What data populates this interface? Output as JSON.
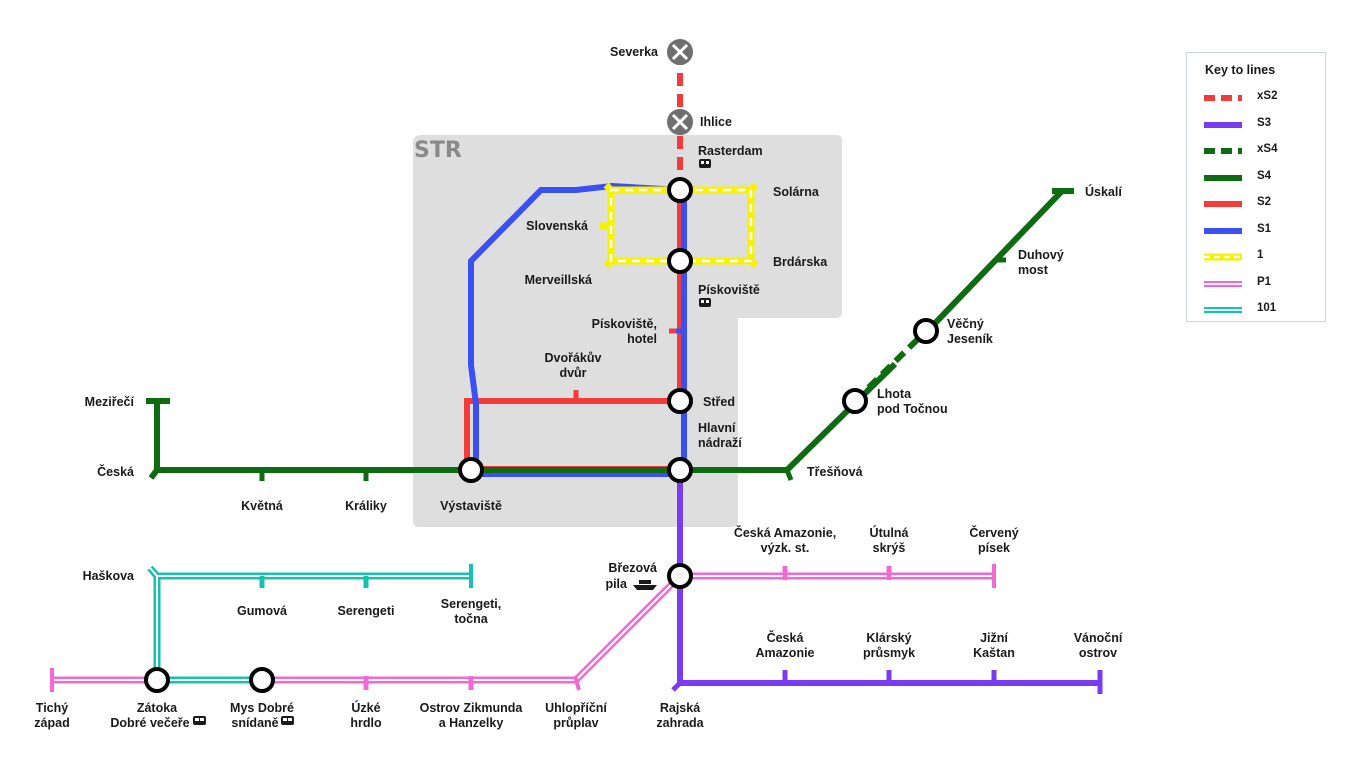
{
  "zone_label": "STR",
  "legend": {
    "title": "Key to lines",
    "items": [
      {
        "name": "xS2",
        "color": "#f23b3b",
        "style": "dashed"
      },
      {
        "name": "S3",
        "color": "#7a3cf0",
        "style": "solid"
      },
      {
        "name": "xS4",
        "color": "#0e6b12",
        "style": "dashed"
      },
      {
        "name": "S4",
        "color": "#0e6b12",
        "style": "solid"
      },
      {
        "name": "S2",
        "color": "#f23b3b",
        "style": "solid"
      },
      {
        "name": "S1",
        "color": "#3b50f2",
        "style": "solid"
      },
      {
        "name": "1",
        "color": "#f7f200",
        "style": "double-yellow"
      },
      {
        "name": "P1",
        "color": "#f06ad6",
        "style": "double"
      },
      {
        "name": "101",
        "color": "#18c1ad",
        "style": "double"
      }
    ]
  },
  "stations": {
    "severka": "Severka",
    "ihlice": "Ihlice",
    "rasterdam": "Rasterdam",
    "solarna": "Solárna",
    "slovenska": "Slovenská",
    "merveillska": "Merveillská",
    "brdarska": "Brdárska",
    "piskoviste": "Pískoviště",
    "piskoviste_hotel_1": "Pískoviště,",
    "piskoviste_hotel_2": "hotel",
    "dvorakuv_1": "Dvořákův",
    "dvorakuv_2": "dvůr",
    "stred": "Střed",
    "hlavni_1": "Hlavní",
    "hlavni_2": "nádraží",
    "uskali": "Úskalí",
    "duhovy_1": "Duhový",
    "duhovy_2": "most",
    "vecny_1": "Věčný",
    "vecny_2": "Jeseník",
    "lhota_1": "Lhota",
    "lhota_2": "pod Točnou",
    "tresnova": "Třešňová",
    "mezireci": "Meziřečí",
    "ceska": "Česká",
    "kvetna": "Květná",
    "kraliky": "Králiky",
    "vystaviste": "Výstaviště",
    "ceska_amazonie_vyzk_1": "Česká Amazonie,",
    "ceska_amazonie_vyzk_2": "výzk. st.",
    "utulna_1": "Útulná",
    "utulna_2": "skrýš",
    "cerveny_1": "Červený",
    "cerveny_2": "písek",
    "brezova_1": "Březová",
    "brezova_2": "pila",
    "haskova": "Haškova",
    "gumova": "Gumová",
    "serengeti": "Serengeti",
    "serengeti_tocna_1": "Serengeti,",
    "serengeti_tocna_2": "točna",
    "ceska_amazonie_1": "Česká",
    "ceska_amazonie_2": "Amazonie",
    "klarsky_1": "Klárský",
    "klarsky_2": "průsmyk",
    "jizni_1": "Jižní",
    "jizni_2": "Kaštan",
    "vanocni_1": "Vánoční",
    "vanocni_2": "ostrov",
    "tichy_1": "Tichý",
    "tichy_2": "západ",
    "zatoka_1": "Zátoka",
    "zatoka_2": "Dobré večeře",
    "mys_1": "Mys Dobré",
    "mys_2": "snídaně",
    "uzke_1": "Úzké",
    "uzke_2": "hrdlo",
    "ostrov_1": "Ostrov Zikmunda",
    "ostrov_2": "a Hanzelky",
    "uhlo_1": "Uhlopříční",
    "uhlo_2": "průplav",
    "rajska_1": "Rajská",
    "rajska_2": "zahrada"
  },
  "colors": {
    "zone": "#dedede",
    "red": "#f23b3b",
    "blue": "#3b50f2",
    "green": "#0e6b12",
    "purple": "#7a3cf0",
    "yellow": "#f7f200",
    "pink": "#f06ad6",
    "teal": "#18c1ad",
    "closed": "#6f6f6f"
  }
}
